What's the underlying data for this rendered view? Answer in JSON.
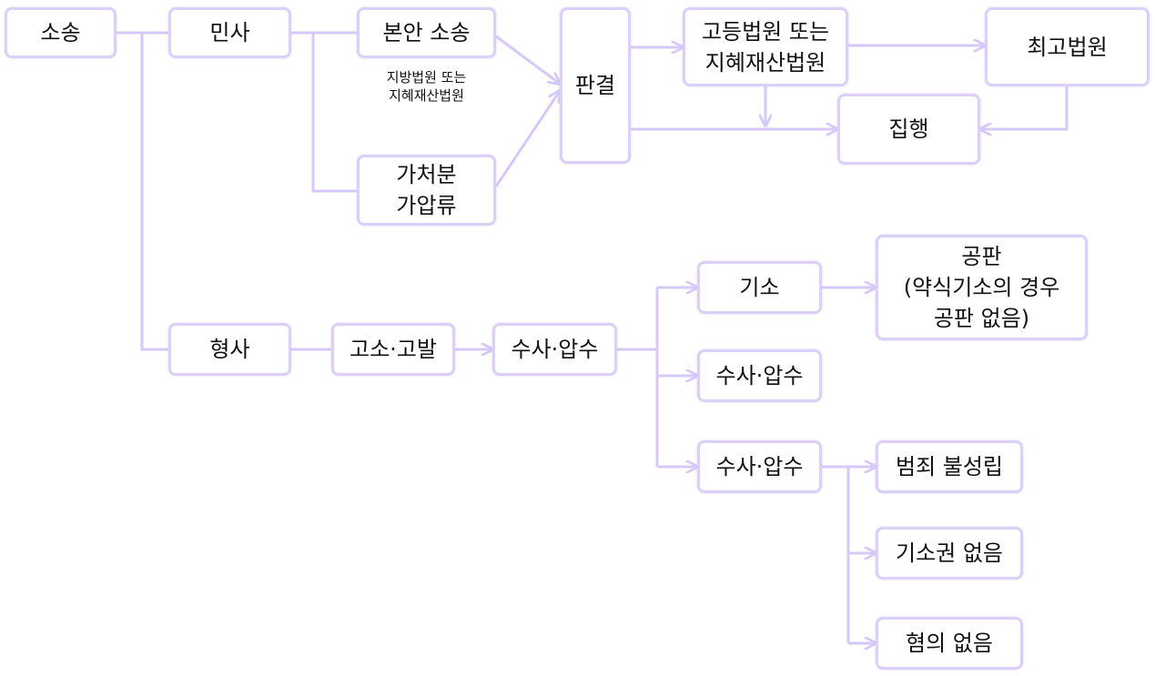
{
  "colors": {
    "box_border": "#dcd0f8",
    "connector": "#d7c9f7",
    "text": "#111111"
  },
  "nodes": {
    "lawsuit": "소송",
    "civil": "민사",
    "main_suit": "본안 소송",
    "provisional": "가처분\n가압류",
    "judgment": "판결",
    "appeal": "고등법원 또는\n지혜재산법원",
    "supreme": "최고법원",
    "execution": "집행",
    "criminal": "형사",
    "complaint": "고소·고발",
    "investigation": "수사·압수",
    "indictment": "기소",
    "investigation_2": "수사·압수",
    "investigation_3": "수사·압수",
    "trial": "공판\n(약식기소의 경우\n공판 없음)",
    "no_crime": "범죄 불성립",
    "no_right": "기소권 없음",
    "no_suspicion": "혐의 없음"
  },
  "notes": {
    "district_court": "지방법원 또는\n지혜재산법원"
  }
}
